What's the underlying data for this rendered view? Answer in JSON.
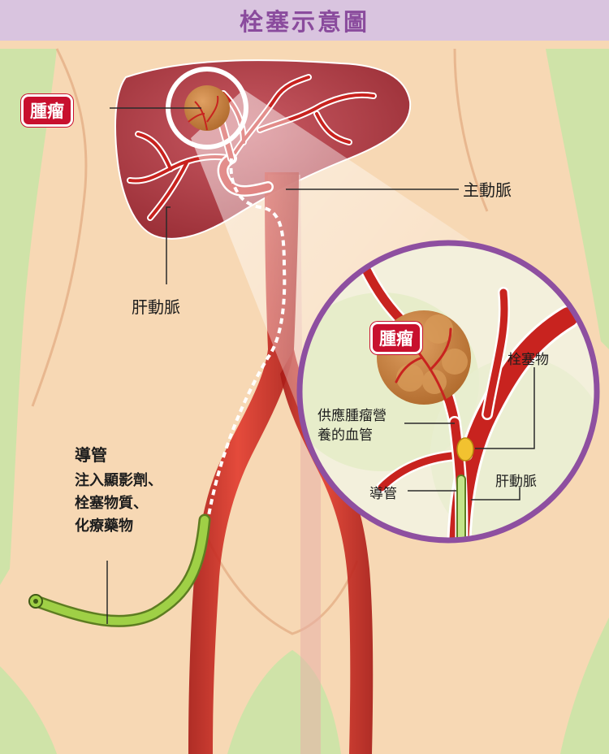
{
  "title": "栓塞示意圖",
  "labels": {
    "tumor": "腫瘤",
    "aorta": "主動脈",
    "hepatic_artery": "肝動脈",
    "catheter": "導管",
    "catheter_desc_1": "注入顯影劑、",
    "catheter_desc_2": "栓塞物質、",
    "catheter_desc_3": "化療藥物",
    "inset_tumor": "腫瘤",
    "embolus": "栓塞物",
    "feeding_vessel_1": "供應腫瘤營",
    "feeding_vessel_2": "養的血管",
    "inset_catheter": "導管",
    "inset_hepatic_artery": "肝動脈"
  },
  "colors": {
    "title_bg": "#d9c4df",
    "title_text": "#8a4b9d",
    "skin": "#f7d8b4",
    "liver": "#b8404b",
    "artery": "#c8231f",
    "catheter": "#8fc23b",
    "tumor": "#c97e3c",
    "inset_border": "#8e4fa0",
    "badge": "#c8102e"
  }
}
